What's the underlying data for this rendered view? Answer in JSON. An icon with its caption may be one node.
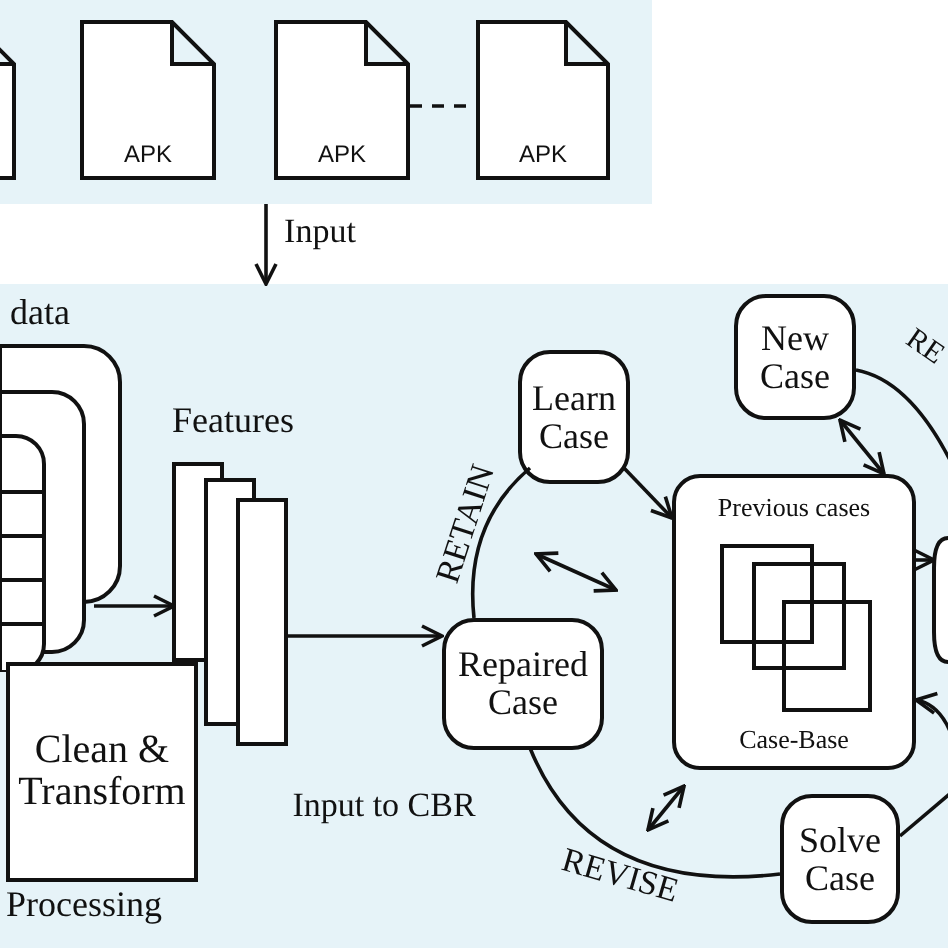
{
  "diagram": {
    "nodes": [
      {
        "text": [],
        "shape": "box"
      },
      {
        "text": [],
        "shape": "box",
        "in": 0
      },
      {
        "text": [
          "APK"
        ],
        "in": 0
      },
      {
        "text": [
          "APK"
        ],
        "in": 0
      },
      {
        "text": [
          "APK"
        ],
        "in": 0
      },
      {
        "text": [],
        "shape": "box"
      },
      {
        "text": [
          "data"
        ],
        "in": 5
      },
      {
        "text": [
          "Features"
        ],
        "in": 5
      },
      {
        "text": [
          "Clean & Transform"
        ],
        "beside": [
          "Processing"
        ],
        "in": 5
      },
      {
        "text": [
          "Repaired Case"
        ],
        "in": 5
      },
      {
        "text": [
          "Learn Case"
        ],
        "in": 5
      },
      {
        "text": [
          "New Case"
        ],
        "in": 5
      },
      {
        "text": [
          "Previous cases",
          "Case-Base"
        ],
        "in": 5
      },
      {
        "text": [
          "Solve Case"
        ],
        "in": 5
      },
      {
        "text": [],
        "shape": "box",
        "in": 5
      }
    ],
    "edges": [
      {
        "from": 3,
        "to": 4,
        "arrow": "none",
        "style": "dashed"
      },
      {
        "from": 0,
        "to": 5,
        "arrow": "to",
        "label": "Input"
      },
      {
        "from": 6,
        "to": 7,
        "arrow": "to"
      },
      {
        "from": 7,
        "to": 9,
        "arrow": "to",
        "label": "Input to CBR"
      },
      {
        "from": 9,
        "to": 10,
        "arrow": "none",
        "label": "RETAIN"
      },
      {
        "from": 9,
        "to": 13,
        "arrow": "none",
        "label": "REVISE"
      },
      {
        "from": 10,
        "to": 12,
        "arrow": "to"
      },
      {
        "from": 12,
        "to": 14,
        "arrow": "to"
      },
      {
        "from": null,
        "to": 12,
        "arrow": "to"
      },
      {
        "from": 13,
        "to": null,
        "arrow": "none"
      },
      {
        "from": 11,
        "to": null,
        "arrow": "none"
      },
      {
        "from": 11,
        "to": 12,
        "arrow": "both"
      }
    ],
    "labels": [
      "RE"
    ]
  }
}
